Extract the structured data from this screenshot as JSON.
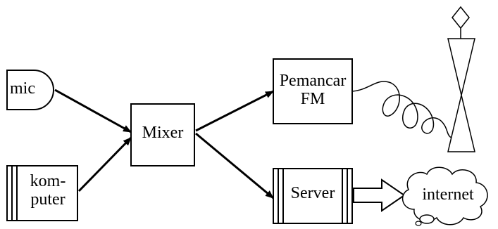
{
  "nodes": {
    "mic": "mic",
    "komputer_line1": "kom-",
    "komputer_line2": "puter",
    "mixer": "Mixer",
    "pemancar_line1": "Pemancar",
    "pemancar_line2": "FM",
    "server": "Server",
    "internet": "internet"
  },
  "colors": {
    "stroke": "#000000",
    "background": "#ffffff"
  }
}
